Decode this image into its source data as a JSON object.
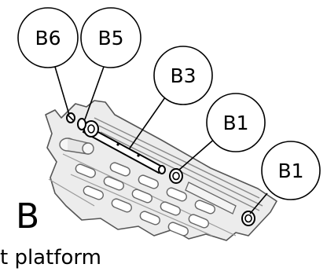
{
  "figure": {
    "section_letter": "B",
    "caption": "t platform"
  },
  "callouts": [
    {
      "id": "b6",
      "label": "B6"
    },
    {
      "id": "b5",
      "label": "B5"
    },
    {
      "id": "b3",
      "label": "B3"
    },
    {
      "id": "b1-upper",
      "label": "B1"
    },
    {
      "id": "b1-lower",
      "label": "B1"
    }
  ]
}
